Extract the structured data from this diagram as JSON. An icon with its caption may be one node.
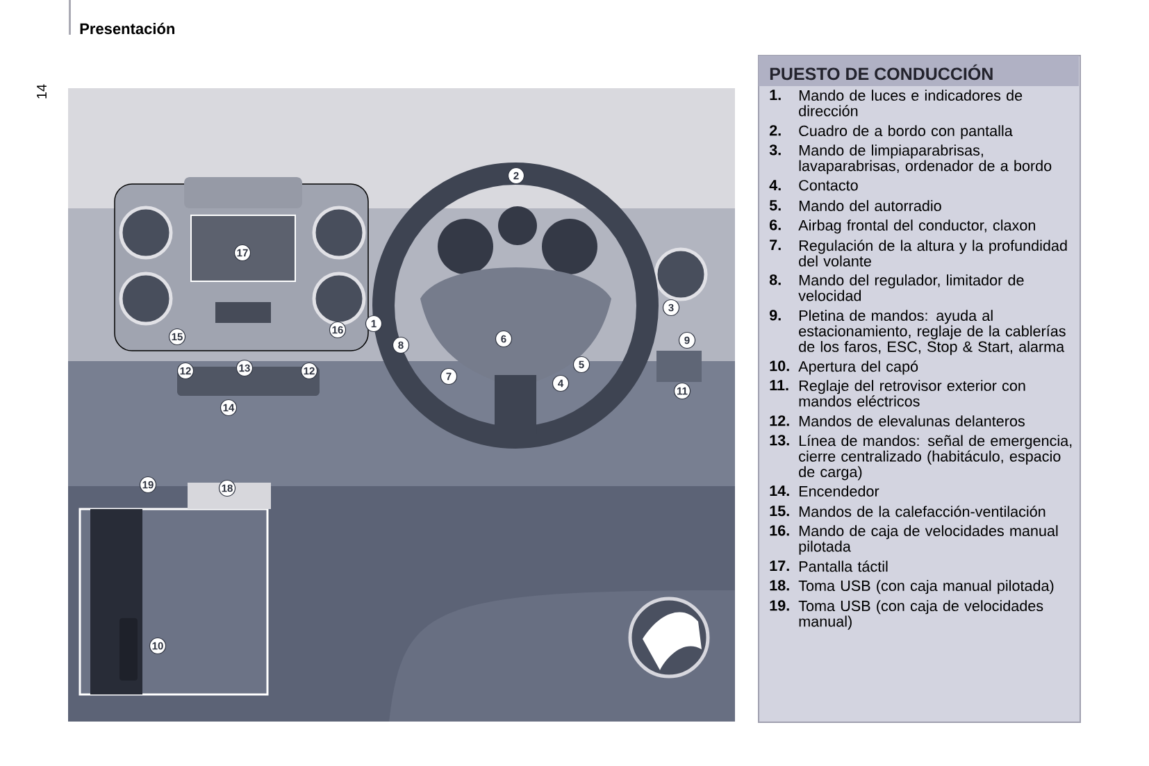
{
  "diagram": {
    "nodes": [
      {
        "text": [
          "PUESTO DE CONDUCCIÓN",
          "1.",
          "Mando de luces e indicadores de dirección",
          "2.",
          "Cuadro de a bordo con pantalla",
          "3.",
          "Mando de limpiaparabrisas, lavaparabrisas, ordenador de a bordo",
          "4.",
          "Contacto",
          "5.",
          "Mando del autorradio",
          "6.",
          "Airbag frontal del conductor, claxon",
          "7.",
          "Regulación de la altura y la profundidad del volante",
          "8.",
          "Mando del regulador, limitador de velocidad",
          "9.",
          "Pletina de mandos: ayuda al estacionamiento, reglaje de la cablerías de los faros, ESC, Stop & Start, alarma",
          "10.",
          "Apertura del capó",
          "11.",
          "Reglaje del retrovisor exterior con mandos eléctricos",
          "12.",
          "Mandos de elevalunas delanteros",
          "13.",
          "Línea de mandos: señal de emergencia, cierre centralizado (habitáculo, espacio de carga)",
          "14.",
          "Encendedor",
          "15.",
          "Mandos de la calefacción-ventilación",
          "16.",
          "Mando de caja de velocidades manual pilotada",
          "17.",
          "Pantalla táctil",
          "18.",
          "Toma USB (con caja manual pilotada)",
          "19.",
          "Toma USB (con caja de velocidades manual)"
        ]
      }
    ],
    "labels": [
      "Presentación",
      "14",
      "2",
      "17",
      "3",
      "1",
      "16",
      "15",
      "6",
      "9",
      "8",
      "5",
      "12",
      "13",
      "12",
      "7",
      "4",
      "11",
      "14",
      "19",
      "18",
      "10"
    ]
  }
}
